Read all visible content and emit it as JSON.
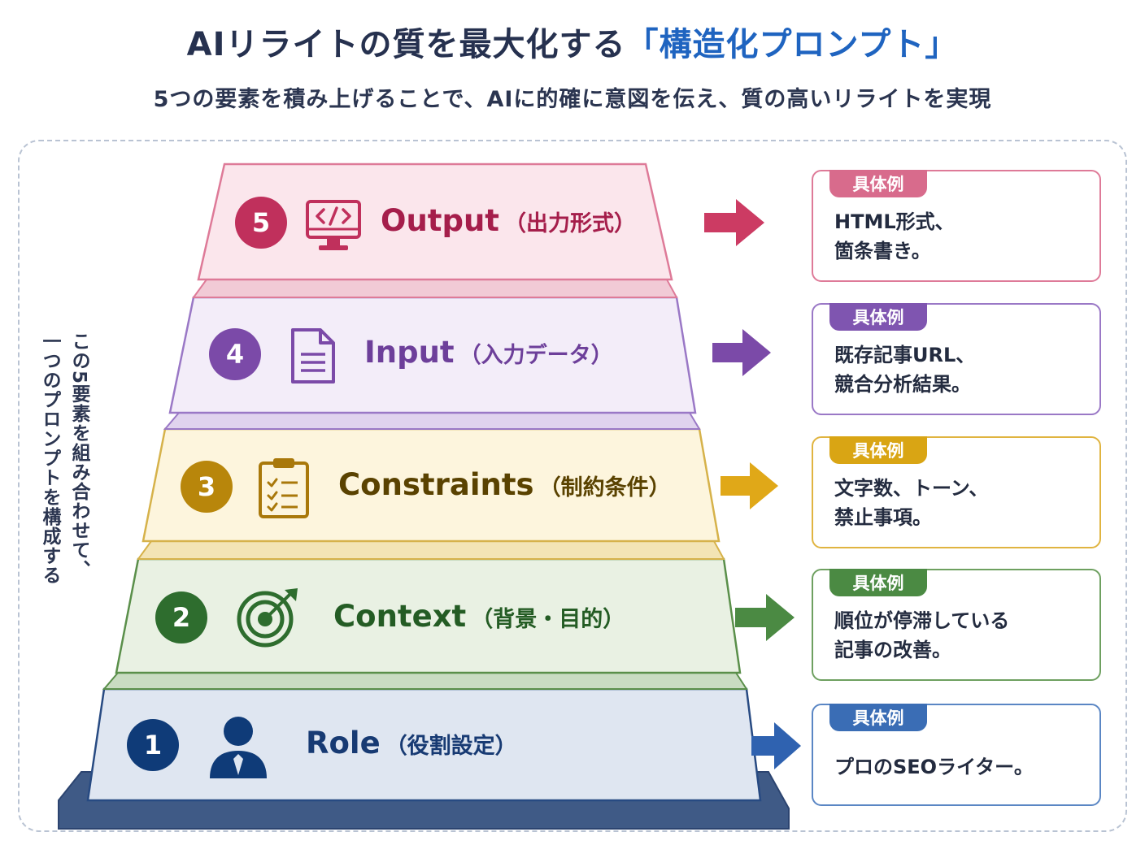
{
  "title": {
    "main": "AIリライトの質を最大化する",
    "highlight": "「構造化プロンプト」"
  },
  "subtitle": "5つの要素を積み上げることで、AIに的確に意図を伝え、質の高いリライトを実現",
  "side_note": {
    "line1": "この5要素を組み合わせて、",
    "line2": "一つのプロンプトを構成する"
  },
  "example_tag": "具体例",
  "layers": [
    {
      "number": "1",
      "name": "Role",
      "jp": "（役割設定）",
      "icon": "person-icon",
      "color": "#0f3b78",
      "example": [
        "プロのSEOライター。"
      ]
    },
    {
      "number": "2",
      "name": "Context",
      "jp": "（背景・目的）",
      "icon": "target-icon",
      "color": "#2e6d2e",
      "example": [
        "順位が停滞している",
        "記事の改善。"
      ]
    },
    {
      "number": "3",
      "name": "Constraints",
      "jp": "（制約条件）",
      "icon": "clipboard-checklist-icon",
      "color": "#b8860b",
      "example": [
        "文字数、トーン、",
        "禁止事項。"
      ]
    },
    {
      "number": "4",
      "name": "Input",
      "jp": "（入力データ）",
      "icon": "document-icon",
      "color": "#7b4aa8",
      "example": [
        "既存記事URL、",
        "競合分析結果。"
      ]
    },
    {
      "number": "5",
      "name": "Output",
      "jp": "（出力形式）",
      "icon": "code-monitor-icon",
      "color": "#c0305c",
      "example": [
        "HTML形式、",
        "箇条書き。"
      ]
    }
  ]
}
